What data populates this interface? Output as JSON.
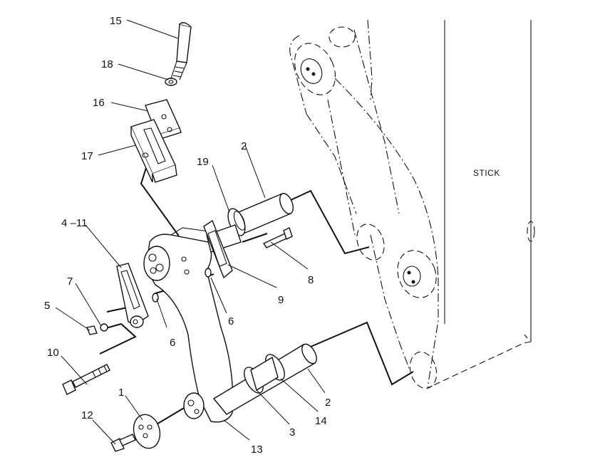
{
  "diagram": {
    "stick_label": "STICK",
    "callouts": [
      {
        "id": "c15",
        "text": "15"
      },
      {
        "id": "c18",
        "text": "18"
      },
      {
        "id": "c16",
        "text": "16"
      },
      {
        "id": "c17",
        "text": "17"
      },
      {
        "id": "c19",
        "text": "19"
      },
      {
        "id": "c2a",
        "text": "2"
      },
      {
        "id": "c4_11",
        "text": "4 –11"
      },
      {
        "id": "c7",
        "text": "7"
      },
      {
        "id": "c5",
        "text": "5"
      },
      {
        "id": "c6a",
        "text": "6"
      },
      {
        "id": "c6b",
        "text": "6"
      },
      {
        "id": "c8",
        "text": "8"
      },
      {
        "id": "c9",
        "text": "9"
      },
      {
        "id": "c10",
        "text": "10"
      },
      {
        "id": "c1",
        "text": "1"
      },
      {
        "id": "c12",
        "text": "12"
      },
      {
        "id": "c13",
        "text": "13"
      },
      {
        "id": "c3",
        "text": "3"
      },
      {
        "id": "c14",
        "text": "14"
      },
      {
        "id": "c2b",
        "text": "2"
      }
    ]
  }
}
